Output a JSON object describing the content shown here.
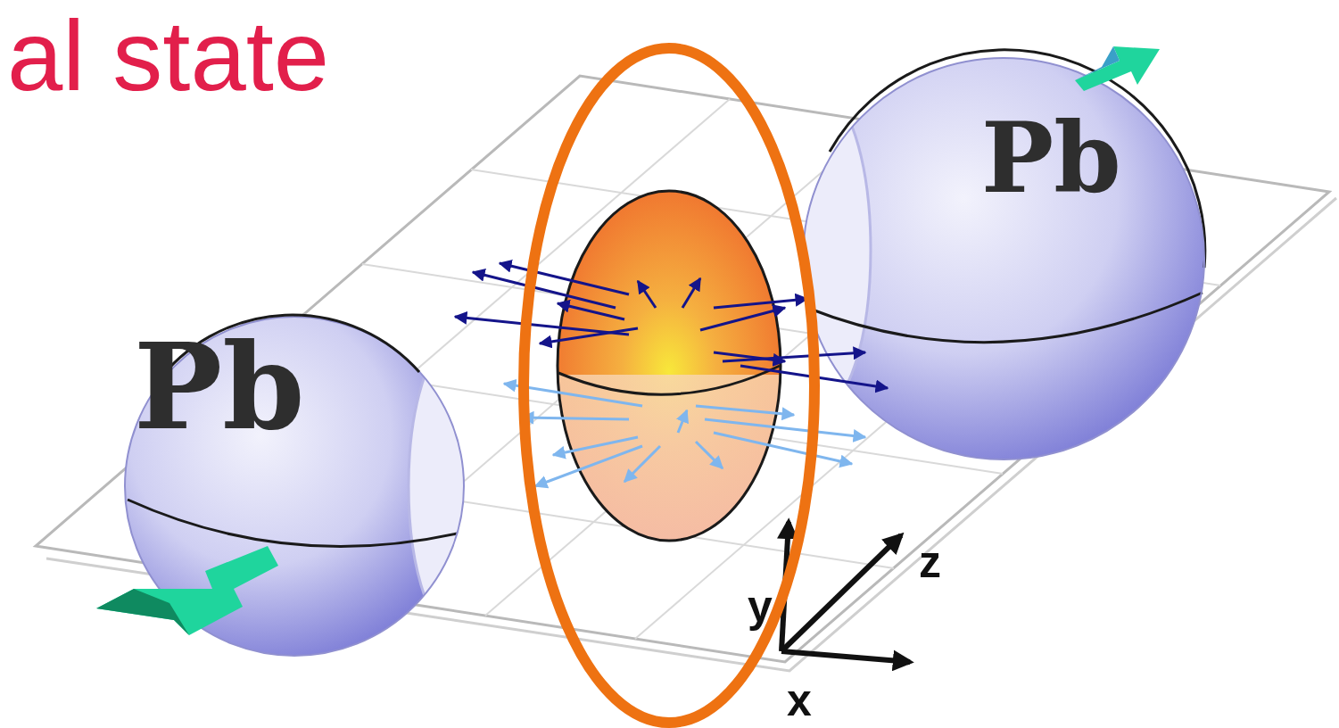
{
  "diagram": {
    "title": "al state",
    "nodes": [
      {
        "text": [
          "Pb"
        ]
      },
      {
        "text": [
          "Pb"
        ]
      }
    ],
    "labels": [
      "y",
      "z",
      "x"
    ]
  }
}
